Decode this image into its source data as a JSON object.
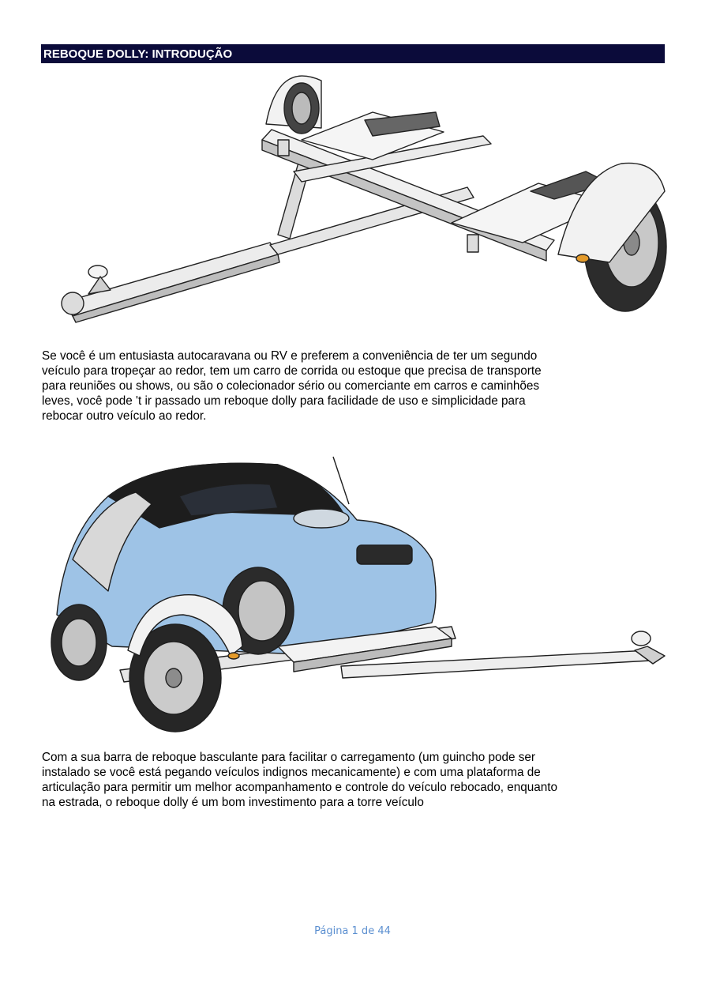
{
  "section": {
    "title": "REBOQUE DOLLY: INTRODUÇÃO"
  },
  "paragraphs": {
    "p1": "Se você é um entusiasta autocaravana ou RV e preferem a conveniência de ter um segundo\nveículo para tropeçar ao redor, tem um carro de corrida ou estoque que precisa de transporte\npara reuniões ou shows, ou são o colecionador sério ou comerciante em carros e caminhões\nleves, você pode 't ir passado um reboque dolly para facilidade de uso e simplicidade para\nrebocar outro veículo ao redor.",
    "p2": "Com a sua barra de reboque basculante para facilitar o carregamento (um guincho pode ser\ninstalado se você está pegando veículos indignos mecanicamente) e com uma plataforma de\narticulação para permitir um melhor acompanhamento e controle do veículo rebocado, enquanto\nna estrada, o reboque dolly é um bom investimento para a torre veículo"
  },
  "footer": {
    "page_label": "Página 1 de 44"
  },
  "colors": {
    "title_bar": "#0b0b3a",
    "title_text": "#ffffff",
    "footer_text": "#5b8fd0",
    "car_body": "#9ec3e6",
    "trailer_frame": "#e8e8e8"
  }
}
